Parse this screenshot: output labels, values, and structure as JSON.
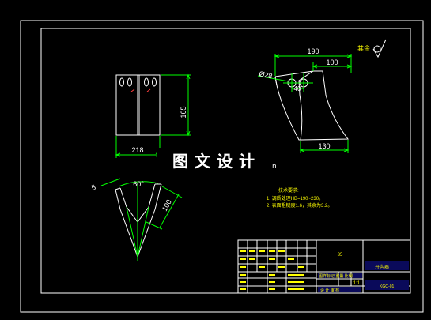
{
  "colors": {
    "background": "#000000",
    "frame": "#ffffff",
    "part_outline": "#ffffff",
    "dimension": "#00ff00",
    "note_text": "#ffff00",
    "title_block_fill": "#0a0a5a"
  },
  "views": {
    "front": {
      "height": "165",
      "width": "218"
    },
    "side": {
      "width_top": "190",
      "width_inner": "100",
      "hole": "Ø28",
      "hole_spacing": "40",
      "width_bottom": "130",
      "roughness": "其余"
    },
    "top": {
      "angle": "60°",
      "thickness": "5",
      "length": "100"
    }
  },
  "tech_notes": {
    "heading": "技术要求:",
    "lines": [
      "1. 调质处理HB=190~230。",
      "2. 表面粗糙度1.6，其余为3.2。"
    ]
  },
  "title_block": {
    "material": "35",
    "part_name": "开沟器",
    "scale": "1:1",
    "drawing_no": "KGQ-01",
    "sign_labels": "设 计  审 核",
    "row_labels": "图样标记  重量  比例"
  },
  "watermark": {
    "text": "图文设计",
    "mark": "n"
  }
}
